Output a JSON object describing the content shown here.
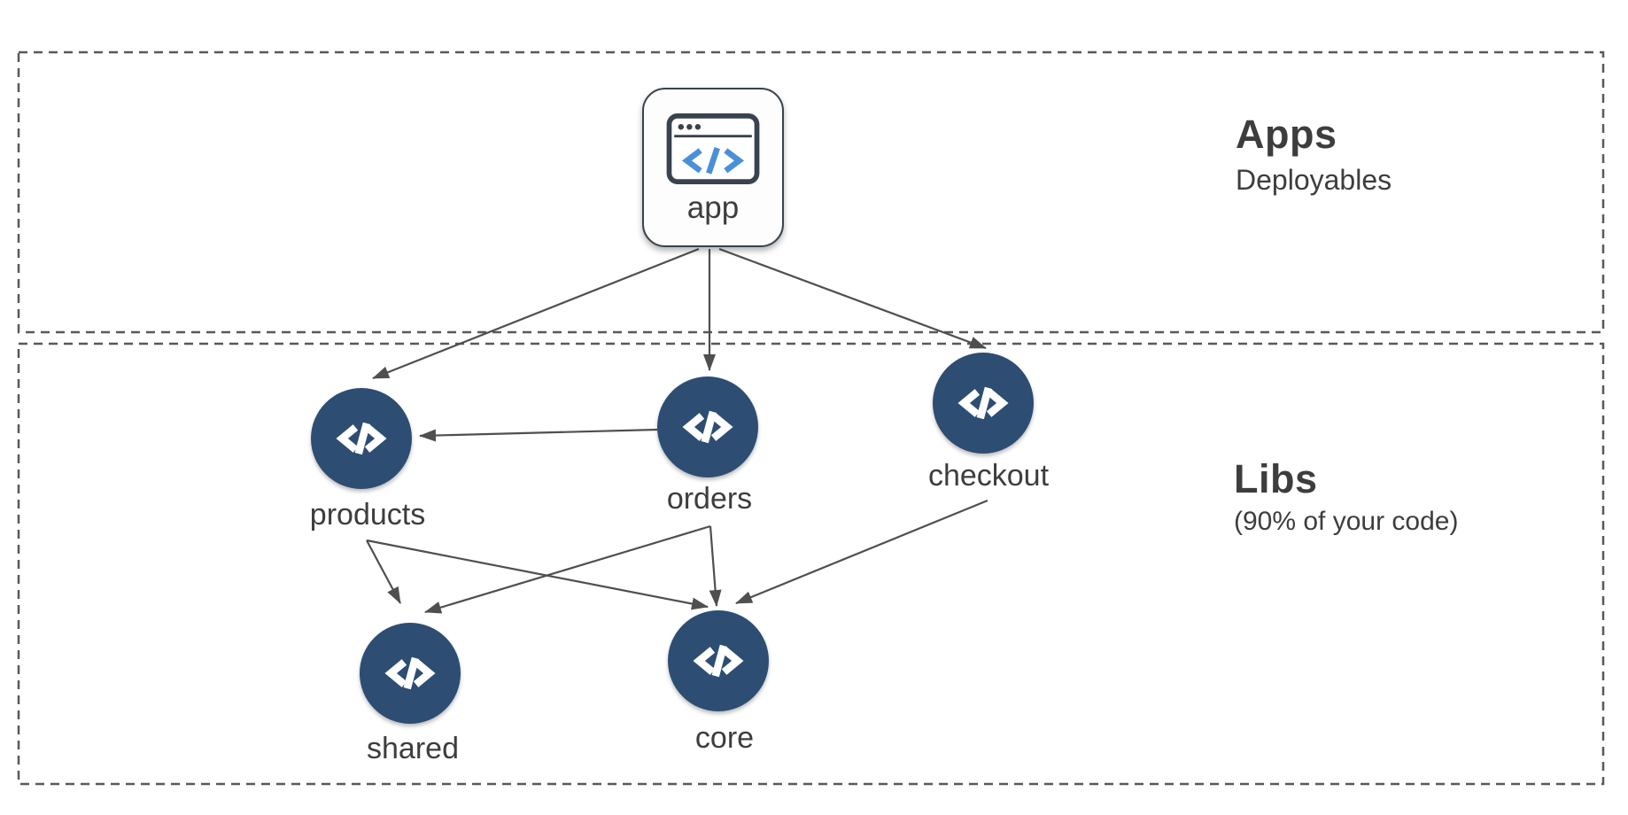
{
  "regions": [
    {
      "title": "Apps",
      "subtitle": "Deployables"
    },
    {
      "title": "Libs",
      "subtitle": "(90% of your code)"
    }
  ],
  "nodes": {
    "app": {
      "label": "app"
    },
    "products": {
      "label": "products"
    },
    "orders": {
      "label": "orders"
    },
    "checkout": {
      "label": "checkout"
    },
    "shared": {
      "label": "shared"
    },
    "core": {
      "label": "core"
    }
  },
  "edges": [
    {
      "from": "app",
      "to": "products"
    },
    {
      "from": "app",
      "to": "orders"
    },
    {
      "from": "app",
      "to": "checkout"
    },
    {
      "from": "orders",
      "to": "products"
    },
    {
      "from": "products",
      "to": "shared"
    },
    {
      "from": "products",
      "to": "core"
    },
    {
      "from": "orders",
      "to": "shared"
    },
    {
      "from": "orders",
      "to": "core"
    },
    {
      "from": "checkout",
      "to": "core"
    }
  ],
  "colors": {
    "background": "#ffffff",
    "node-fill": "#2d4d73",
    "edge": "#4f4f4f",
    "label": "#3d3d3d",
    "region-border": "#595959",
    "app-border": "#39424e",
    "icon-blue": "#4a90d8"
  }
}
